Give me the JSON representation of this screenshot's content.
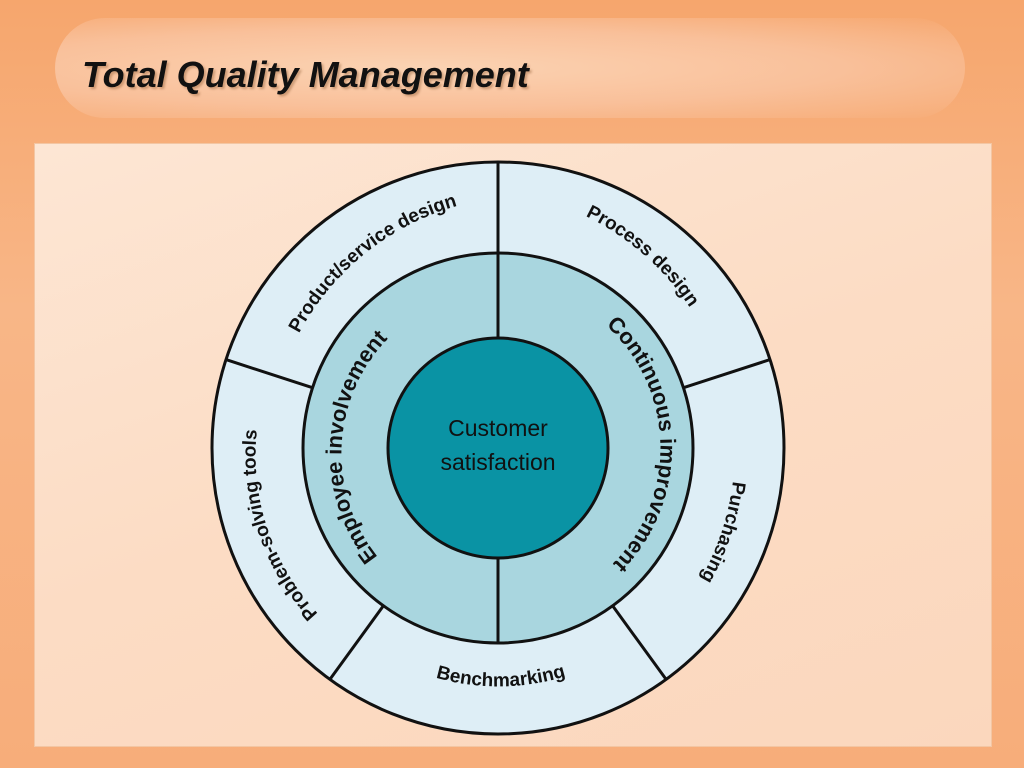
{
  "slide": {
    "title": "Total Quality Management"
  },
  "diagram": {
    "center": {
      "line1": "Customer",
      "line2": "satisfaction"
    },
    "inner_ring": [
      {
        "label": "Employee involvement"
      },
      {
        "label": "Continuous improvement"
      }
    ],
    "outer_ring": [
      {
        "label": "Product/service design"
      },
      {
        "label": "Process design"
      },
      {
        "label": "Purchasing"
      },
      {
        "label": "Benchmarking"
      },
      {
        "label": "Problem-solving tools"
      }
    ],
    "colors": {
      "outer_ring": "#deeef6",
      "inner_ring": "#a9d6df",
      "center": "#0a93a4",
      "stroke": "#111111",
      "background_panel": "#fde3cf",
      "slide_background": "#f7ad7a"
    }
  }
}
